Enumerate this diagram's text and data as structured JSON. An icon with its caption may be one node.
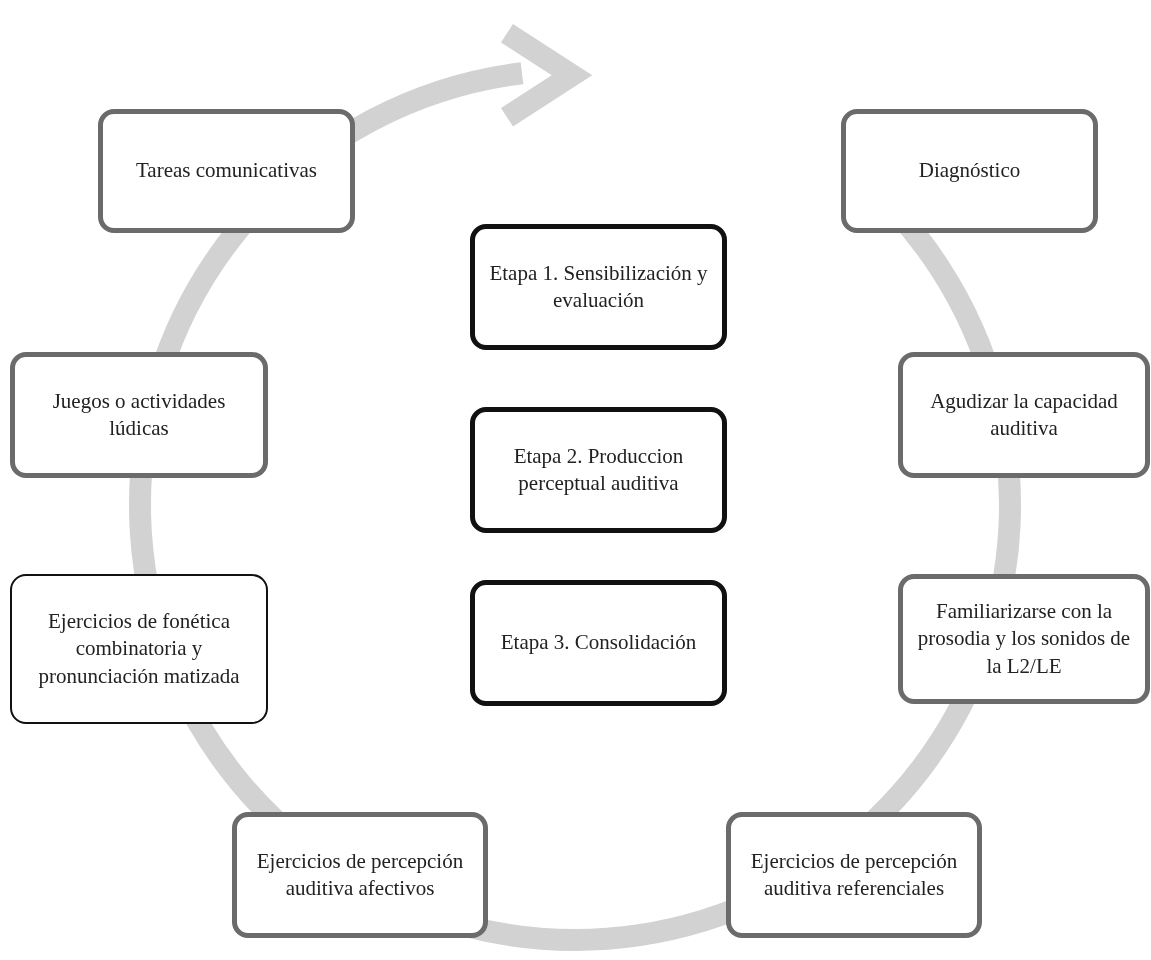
{
  "diagram": {
    "nodes": [
      {
        "text": [
          "Tareas comunicativas"
        ]
      },
      {
        "text": [
          "Diagnóstico"
        ]
      },
      {
        "text": [
          "Etapa 1. Sensibilización y evaluación"
        ]
      },
      {
        "text": [
          "Juegos o actividades lúdicas"
        ]
      },
      {
        "text": [
          "Agudizar la capacidad auditiva"
        ]
      },
      {
        "text": [
          "Etapa 2. Produccion perceptual auditiva"
        ]
      },
      {
        "text": [
          "Ejercicios de fonética combinatoria y pronunciación matizada"
        ]
      },
      {
        "text": [
          "Familiarizarse con la prosodia y los sonidos de la L2/LE"
        ]
      },
      {
        "text": [
          "Etapa 3. Consolidación"
        ]
      },
      {
        "text": [
          "Ejercicios de percepción auditiva afectivos"
        ]
      },
      {
        "text": [
          "Ejercicios de percepción auditiva referenciales"
        ]
      }
    ]
  }
}
